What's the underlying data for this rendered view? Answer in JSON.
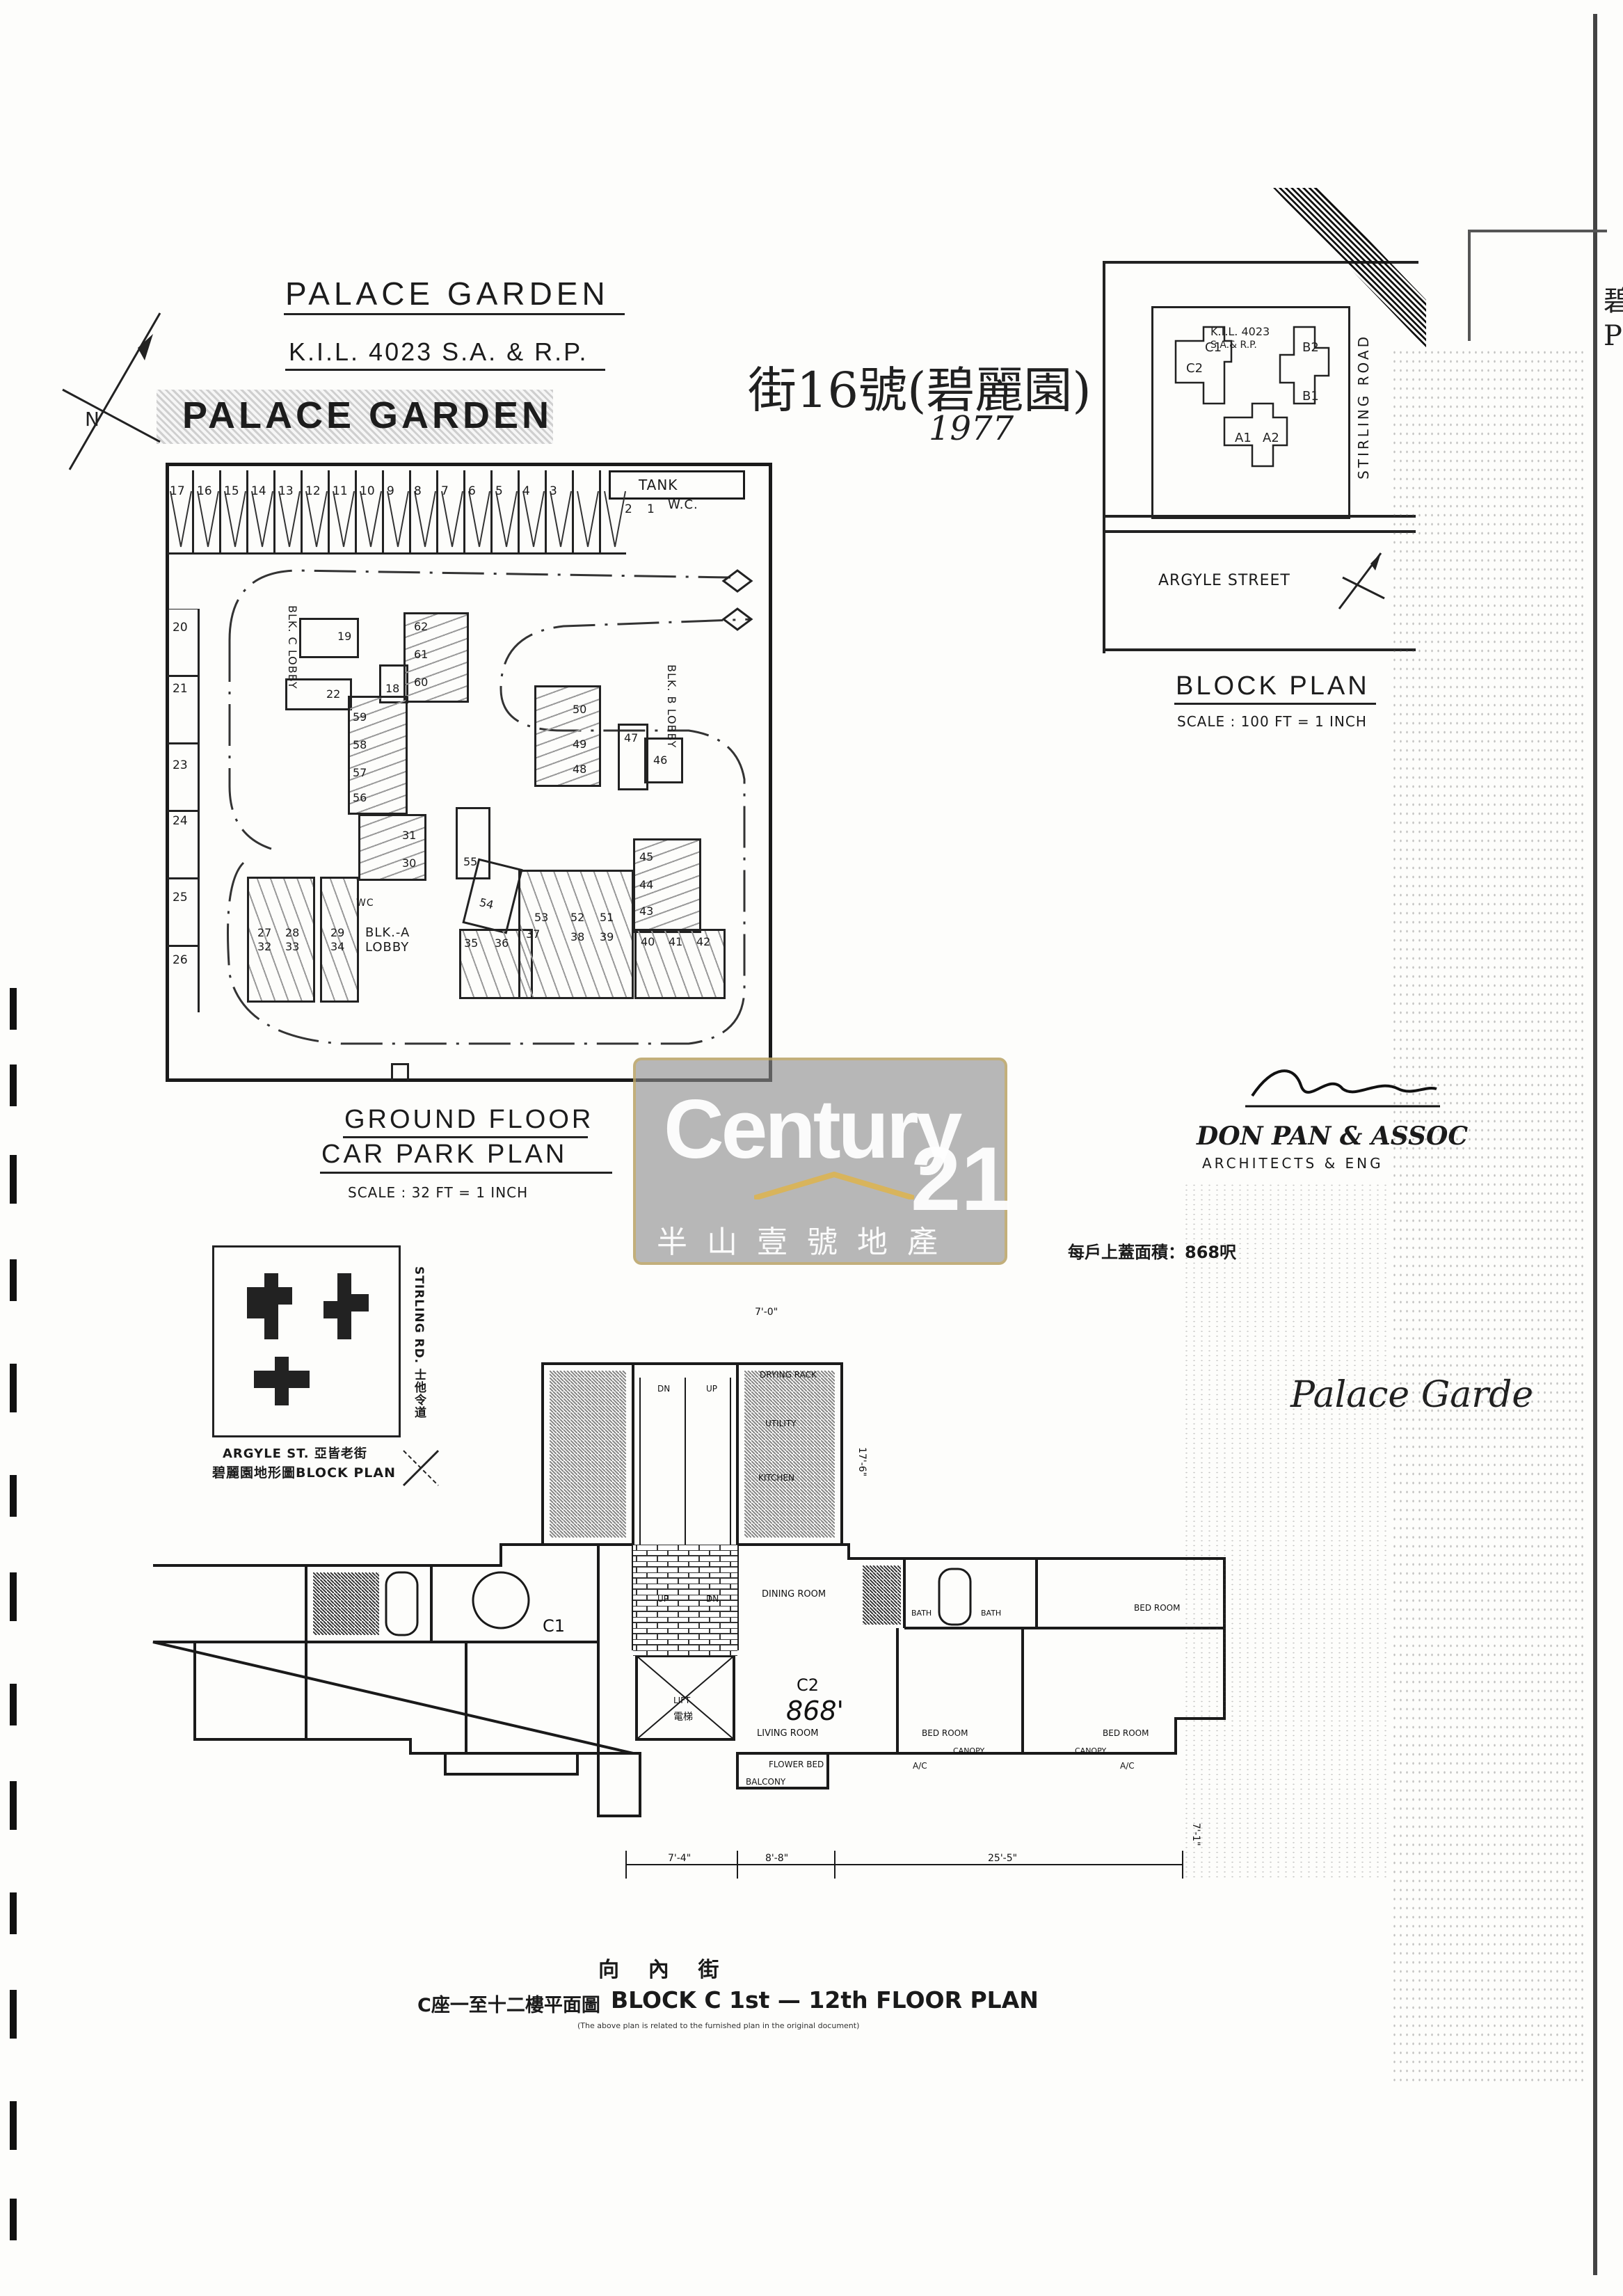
{
  "header": {
    "project_title": "PALACE GARDEN",
    "lot_ref": "K.I.L. 4023  S.A. & R.P.",
    "stamp_title": "PALACE GARDEN",
    "handwritten_cn": "街16號(碧麗園)",
    "handwritten_year": "1977"
  },
  "car_park": {
    "tank_label": "TANK",
    "wc_label": "W.C.",
    "top_row_numbers": [
      "17",
      "16",
      "15",
      "14",
      "13",
      "12",
      "11",
      "10",
      "9",
      "8",
      "7",
      "6",
      "5",
      "4",
      "3",
      "2",
      "1"
    ],
    "left_column_numbers": [
      "20",
      "21",
      "23",
      "24",
      "25",
      "26"
    ],
    "lobbies": [
      "BLK. C LOBBY",
      "BLK. B LOBBY",
      "BLK.-A LOBBY"
    ],
    "inner_numbers": [
      "19",
      "22",
      "18",
      "62",
      "61",
      "60",
      "59",
      "58",
      "57",
      "56",
      "50",
      "49",
      "48",
      "47",
      "46",
      "31",
      "30",
      "55",
      "54",
      "45",
      "44",
      "43",
      "27",
      "28",
      "32",
      "33",
      "29",
      "34",
      "35",
      "36",
      "37",
      "53",
      "52",
      "51",
      "38",
      "39",
      "40",
      "41",
      "42"
    ],
    "wc_small": "WC",
    "title_line1": "GROUND  FLOOR",
    "title_line2": "CAR  PARK  PLAN",
    "scale": "SCALE : 32 FT = 1 INCH"
  },
  "block_plan": {
    "lot": "K.I.L. 4023",
    "lot_sub": "S.A.& R.P.",
    "blocks": [
      "C1",
      "C2",
      "B2",
      "B1",
      "A1",
      "A2"
    ],
    "road": "STIRLING  ROAD",
    "street": "ARGYLE    STREET",
    "title": "BLOCK  PLAN",
    "scale": "SCALE : 100 FT = 1 INCH"
  },
  "architect": {
    "name": "DON PAN & ASSOC",
    "sub": "ARCHITECTS & ENG"
  },
  "watermark": {
    "brand": "Century",
    "number": "21",
    "sub": "半山壹號地產"
  },
  "area_note": "每戶上蓋面積：868呎",
  "handwritten_name": "Palace Garde",
  "small_block_plan": {
    "road": "STIRLING RD. 士他令道",
    "street": "ARGYLE ST. 亞皆老街",
    "caption": "碧麗園地形圖BLOCK PLAN"
  },
  "floor_plan": {
    "units": [
      "C1",
      "C2"
    ],
    "area_hand": "868'",
    "rooms": [
      "DRYING RACK",
      "UTILITY",
      "KITCHEN",
      "DINING ROOM",
      "BATH",
      "BATH",
      "BED ROOM",
      "LIVING ROOM",
      "BED ROOM",
      "BED ROOM",
      "BALCONY",
      "FLOWER BED",
      "A/C",
      "A/C",
      "LIFT",
      "DN",
      "UP",
      "UP",
      "DN",
      "CANOPY",
      "CANOPY"
    ],
    "lift_cn": "電梯",
    "dims": [
      "7'-0\"",
      "17'-6\"",
      "7'-4\"",
      "8'-8\"",
      "25'-5\"",
      "7'-1\""
    ],
    "street_cn": "向    內    街",
    "title_cn": "C座一至十二樓平面圖",
    "title_en": "BLOCK C 1st — 12th FLOOR PLAN",
    "footnote": "(The above plan is related to the furnished plan in the original document)"
  },
  "right_edge": {
    "char_cn": "碧",
    "char_en": "P"
  }
}
